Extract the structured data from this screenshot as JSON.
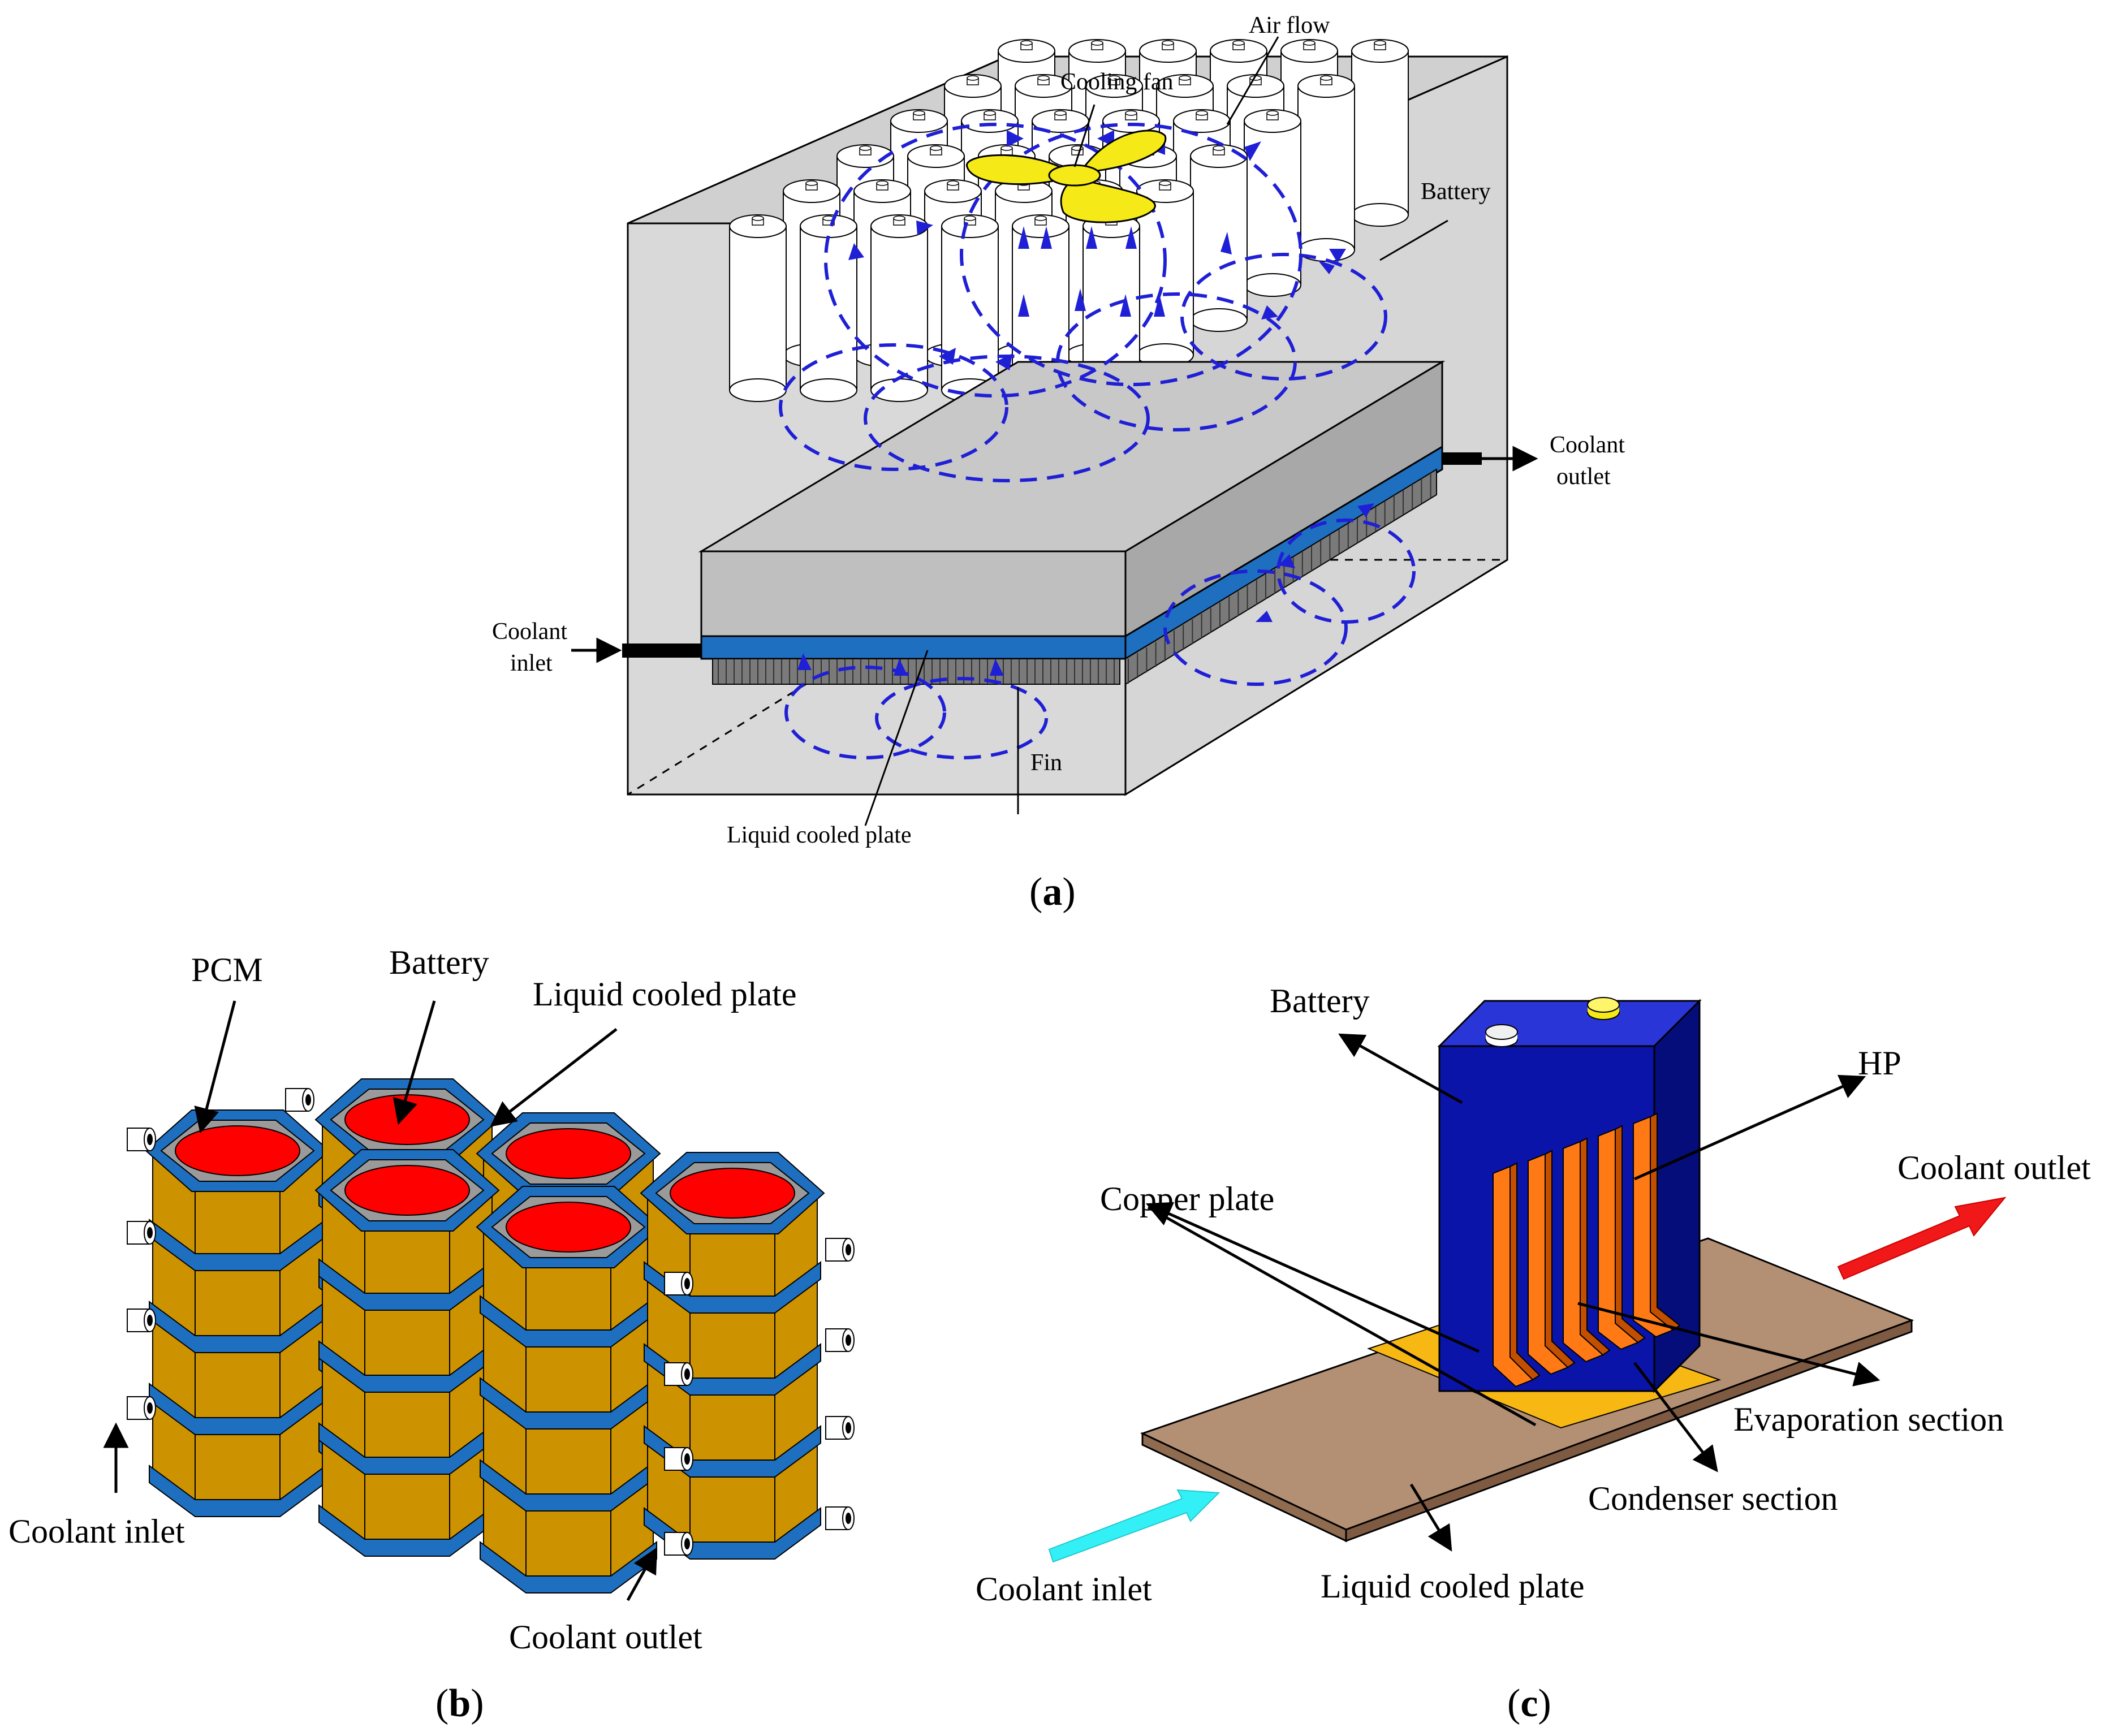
{
  "panel_a": {
    "caption_open": "(",
    "caption_letter": "a",
    "caption_close": ")",
    "labels": {
      "air_flow": "Air flow",
      "cooling_fan": "Cooling fan",
      "battery": "Battery",
      "coolant_outlet_1": "Coolant",
      "coolant_outlet_2": "outlet",
      "coolant_inlet_1": "Coolant",
      "coolant_inlet_2": "inlet",
      "fin": "Fin",
      "liquid_cooled_plate": "Liquid cooled plate"
    }
  },
  "panel_b": {
    "caption_open": "(",
    "caption_letter": "b",
    "caption_close": ")",
    "labels": {
      "pcm": "PCM",
      "battery": "Battery",
      "liquid_cooled_plate": "Liquid cooled plate",
      "coolant_inlet": "Coolant inlet",
      "coolant_outlet": "Coolant outlet"
    }
  },
  "panel_c": {
    "caption_open": "(",
    "caption_letter": "c",
    "caption_close": ")",
    "labels": {
      "battery": "Battery",
      "hp": "HP",
      "coolant_outlet": "Coolant outlet",
      "copper_plate": "Copper plate",
      "evaporation_section": "Evaporation section",
      "condenser_section": "Condenser section",
      "coolant_inlet": "Coolant inlet",
      "liquid_cooled_plate": "Liquid cooled plate"
    }
  },
  "colors": {
    "box_gray": "#d9d9d9",
    "plate_blue": "#1e6fc0",
    "airflow_blue": "#1f1fd6",
    "fan_yellow": "#f5ea18",
    "pcm_red": "#ff0000",
    "pcm_gold": "#cc9200",
    "battery_navy": "#0a14a8",
    "hp_orange": "#ff7a14",
    "plate_brown": "#b38f74",
    "inlet_cyan": "#33f0f7",
    "outlet_red": "#f01818"
  }
}
